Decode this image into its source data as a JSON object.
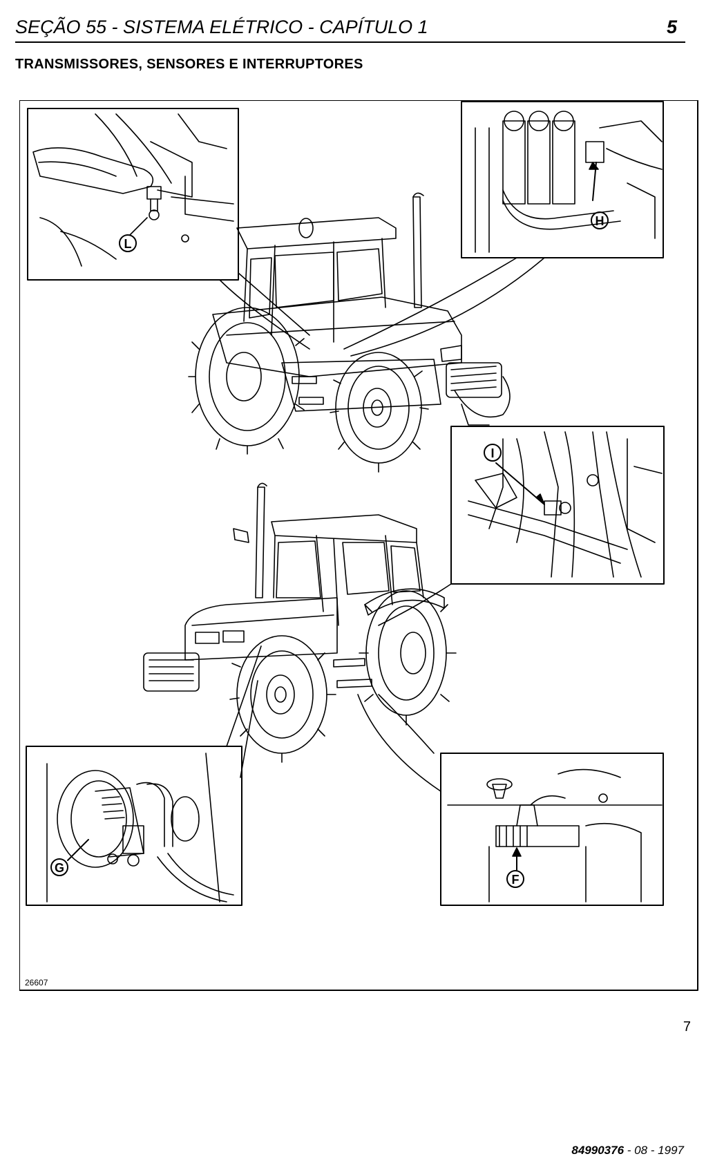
{
  "header": {
    "title": "SEÇÃO 55 - SISTEMA ELÉTRICO - CAPÍTULO 1",
    "page": "5"
  },
  "subtitle": "TRANSMISSORES, SENSORES E INTERRUPTORES",
  "figure": {
    "drawing_number": "26607",
    "figure_number": "7",
    "callouts": [
      "L",
      "H",
      "I",
      "G",
      "F"
    ]
  },
  "footer": {
    "doc_number": "84990376",
    "date": " - 08 - 1997"
  }
}
